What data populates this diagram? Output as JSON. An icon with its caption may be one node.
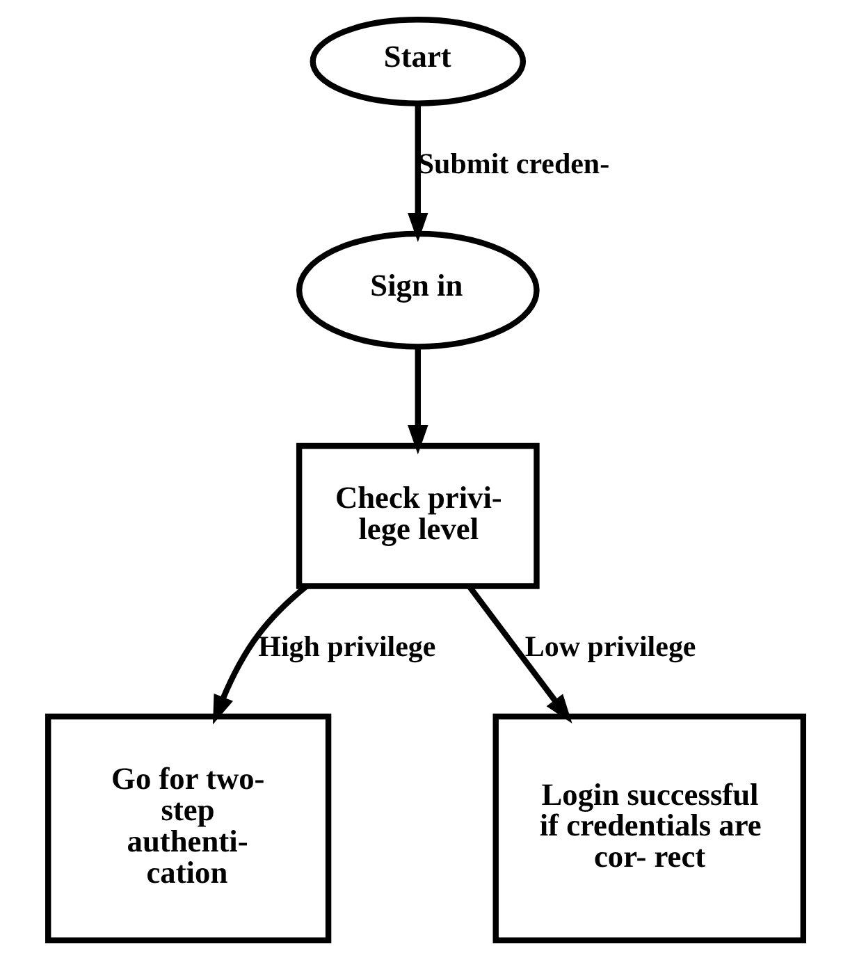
{
  "diagram": {
    "nodes": [
      {
        "text": [
          "Start"
        ]
      },
      {
        "text": [
          "Sign in"
        ]
      },
      {
        "text": [
          "Check privi- lege level"
        ]
      },
      {
        "text": [
          "Go for two- step authenti- cation"
        ]
      },
      {
        "text": [
          "Login successful if credentials are cor- rect"
        ]
      }
    ],
    "edges": [
      {
        "from": 0,
        "to": 1,
        "arrow": "to",
        "label": "Submit creden-"
      },
      {
        "from": 1,
        "to": 2,
        "arrow": "to"
      },
      {
        "from": 2,
        "to": 3,
        "arrow": "to",
        "label": "High privilege"
      },
      {
        "from": 2,
        "to": 4,
        "arrow": "to",
        "label": "Low privilege"
      }
    ]
  }
}
